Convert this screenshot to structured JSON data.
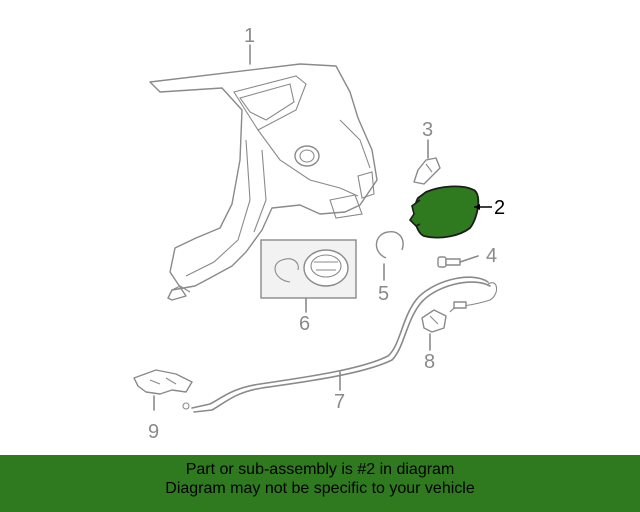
{
  "diagram": {
    "callouts": {
      "c1": "1",
      "c2": "2",
      "c3": "3",
      "c4": "4",
      "c5": "5",
      "c6": "6",
      "c7": "7",
      "c8": "8",
      "c9": "9"
    },
    "highlight_color": "#2f7a1f"
  },
  "banner": {
    "line1": "Part or sub-assembly is #2 in diagram",
    "line2": "Diagram may not be specific to your vehicle",
    "background": "#2f7a1f"
  }
}
